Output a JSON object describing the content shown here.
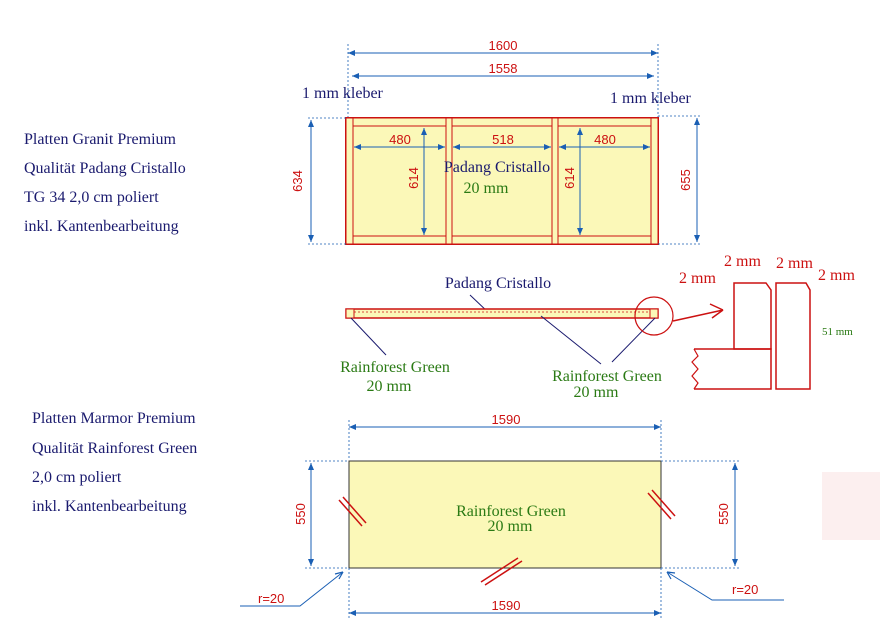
{
  "colors": {
    "dimension_text": "#cc1111",
    "dimension_line": "#1a5fb4",
    "slab_fill": "#fbf8b8",
    "slab_edge": "#cc1111",
    "material_label": "#2a7a14",
    "note_text": "#1a1a6e"
  },
  "granite": {
    "lines": [
      "Platten Granit Premium",
      "Qualität Padang Cristallo",
      "TG 34 2,0 cm poliert",
      "inkl. Kantenbearbeitung"
    ],
    "dims": {
      "overall": "1600",
      "inner": "1558",
      "left_height": "634",
      "right_height": "655",
      "seg_left": "480",
      "seg_mid": "518",
      "seg_right": "480",
      "inner_height_left": "614",
      "inner_height_right": "614"
    },
    "glue_left": "1 mm kleber",
    "glue_right": "1 mm kleber",
    "material": "Padang Cristallo",
    "thickness": "20 mm"
  },
  "section": {
    "top_label": "Padang Cristallo",
    "left_label": "Rainforest Green",
    "left_thickness": "20 mm",
    "right_label": "Rainforest Green",
    "right_thickness": "20 mm",
    "detail": {
      "gap1": "2 mm",
      "gap2": "2 mm",
      "gap3": "2 mm",
      "gap4": "2 mm",
      "height": "51 mm"
    }
  },
  "marble": {
    "lines": [
      "Platten Marmor Premium",
      "Qualität Rainforest Green",
      "2,0 cm poliert",
      "inkl. Kantenbearbeitung"
    ],
    "dims": {
      "top_width": "1590",
      "bottom_width": "1590",
      "left_height": "550",
      "right_height": "550",
      "radius_left": "r=20",
      "radius_right": "r=20"
    },
    "material": "Rainforest Green",
    "thickness": "20 mm"
  }
}
